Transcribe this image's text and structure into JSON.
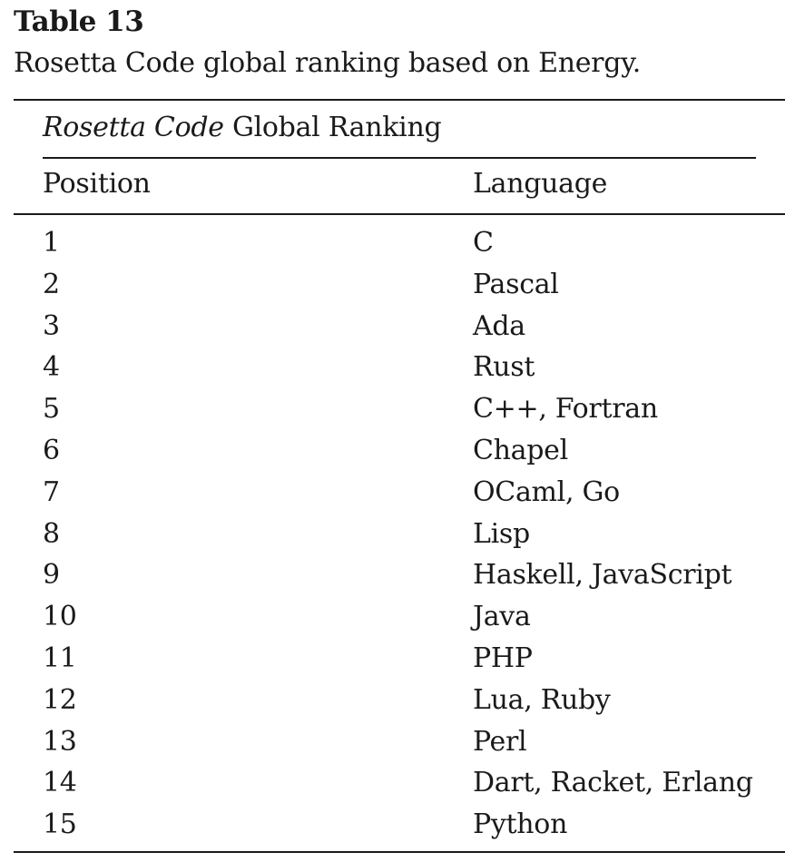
{
  "caption": {
    "label": "Table 13",
    "text": "Rosetta Code global ranking based on Energy."
  },
  "table": {
    "group_header_italic": "Rosetta Code",
    "group_header_rest": " Global Ranking",
    "columns": [
      "Position",
      "Language"
    ],
    "rows": [
      {
        "position": "1",
        "language": "C"
      },
      {
        "position": "2",
        "language": "Pascal"
      },
      {
        "position": "3",
        "language": "Ada"
      },
      {
        "position": "4",
        "language": "Rust"
      },
      {
        "position": "5",
        "language": "C++, Fortran"
      },
      {
        "position": "6",
        "language": "Chapel"
      },
      {
        "position": "7",
        "language": "OCaml, Go"
      },
      {
        "position": "8",
        "language": "Lisp"
      },
      {
        "position": "9",
        "language": "Haskell, JavaScript"
      },
      {
        "position": "10",
        "language": "Java"
      },
      {
        "position": "11",
        "language": "PHP"
      },
      {
        "position": "12",
        "language": "Lua, Ruby"
      },
      {
        "position": "13",
        "language": "Perl"
      },
      {
        "position": "14",
        "language": "Dart, Racket, Erlang"
      },
      {
        "position": "15",
        "language": "Python"
      }
    ]
  }
}
